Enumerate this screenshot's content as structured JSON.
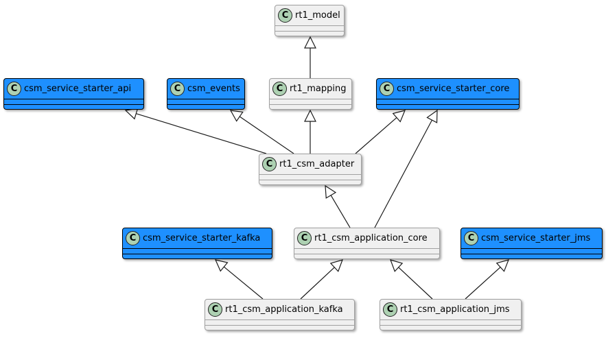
{
  "diagram": {
    "type": "uml-class-diagram",
    "colors": {
      "background": "#ffffff",
      "highlight_fill": "#1E90FF",
      "highlight_border": "#000000",
      "default_fill": "#F0F0F0",
      "default_border": "#A0A0A0",
      "circle_fill": "#ADD1B2",
      "circle_border": "#222222",
      "line_color": "#1A1A1A",
      "arrowhead_fill": "#FFFFFF"
    },
    "nodes": [
      {
        "id": "rt1_model",
        "label": "rt1_model",
        "stereotype": "C",
        "highlighted": false
      },
      {
        "id": "csm_service_starter_api",
        "label": "csm_service_starter_api",
        "stereotype": "C",
        "highlighted": true
      },
      {
        "id": "csm_events",
        "label": "csm_events",
        "stereotype": "C",
        "highlighted": true
      },
      {
        "id": "rt1_mapping",
        "label": "rt1_mapping",
        "stereotype": "C",
        "highlighted": false
      },
      {
        "id": "csm_service_starter_core",
        "label": "csm_service_starter_core",
        "stereotype": "C",
        "highlighted": true
      },
      {
        "id": "rt1_csm_adapter",
        "label": "rt1_csm_adapter",
        "stereotype": "C",
        "highlighted": false
      },
      {
        "id": "csm_service_starter_kafka",
        "label": "csm_service_starter_kafka",
        "stereotype": "C",
        "highlighted": true
      },
      {
        "id": "rt1_csm_application_core",
        "label": "rt1_csm_application_core",
        "stereotype": "C",
        "highlighted": false
      },
      {
        "id": "csm_service_starter_jms",
        "label": "csm_service_starter_jms",
        "stereotype": "C",
        "highlighted": true
      },
      {
        "id": "rt1_csm_application_kafka",
        "label": "rt1_csm_application_kafka",
        "stereotype": "C",
        "highlighted": false
      },
      {
        "id": "rt1_csm_application_jms",
        "label": "rt1_csm_application_jms",
        "stereotype": "C",
        "highlighted": false
      }
    ],
    "edges": [
      {
        "child": "rt1_mapping",
        "parent": "rt1_model",
        "type": "extends"
      },
      {
        "child": "rt1_csm_adapter",
        "parent": "csm_service_starter_api",
        "type": "extends"
      },
      {
        "child": "rt1_csm_adapter",
        "parent": "csm_events",
        "type": "extends"
      },
      {
        "child": "rt1_csm_adapter",
        "parent": "rt1_mapping",
        "type": "extends"
      },
      {
        "child": "rt1_csm_adapter",
        "parent": "csm_service_starter_core",
        "type": "extends"
      },
      {
        "child": "rt1_csm_application_core",
        "parent": "rt1_csm_adapter",
        "type": "extends"
      },
      {
        "child": "rt1_csm_application_core",
        "parent": "csm_service_starter_core",
        "type": "extends"
      },
      {
        "child": "rt1_csm_application_kafka",
        "parent": "csm_service_starter_kafka",
        "type": "extends"
      },
      {
        "child": "rt1_csm_application_kafka",
        "parent": "rt1_csm_application_core",
        "type": "extends"
      },
      {
        "child": "rt1_csm_application_jms",
        "parent": "rt1_csm_application_core",
        "type": "extends"
      },
      {
        "child": "rt1_csm_application_jms",
        "parent": "csm_service_starter_jms",
        "type": "extends"
      }
    ]
  }
}
